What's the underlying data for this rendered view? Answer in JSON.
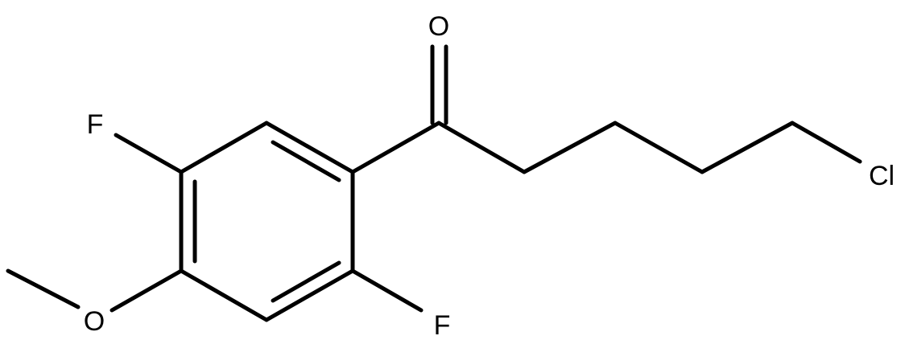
{
  "structure": {
    "atoms": {
      "oxygen_carbonyl": "O",
      "fluorine_top": "F",
      "fluorine_bottom": "F",
      "oxygen_methoxy": "O",
      "chlorine": "Cl"
    }
  }
}
